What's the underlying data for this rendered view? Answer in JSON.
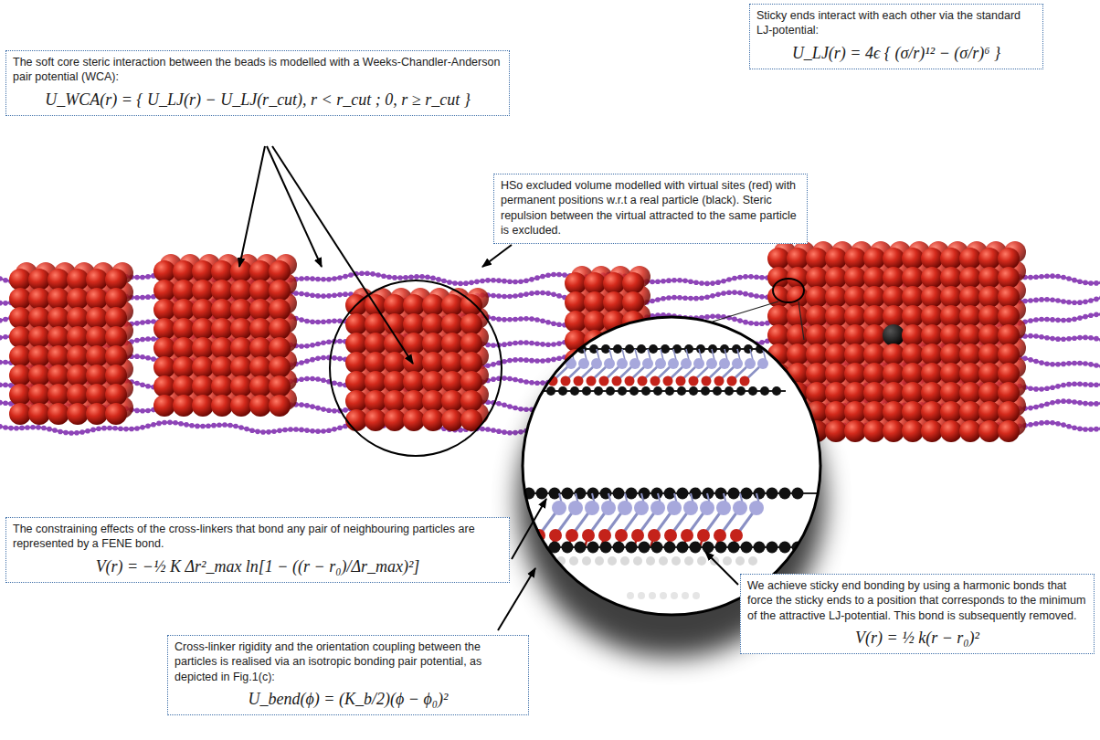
{
  "diagram": {
    "nodes": [
      {
        "text": [
          "Sticky ends interact with each other via the standard LJ-potential:",
          "U_LJ(r) = 4ϵ { (σ/r)¹² − (σ/r)⁶ }"
        ]
      },
      {
        "text": [
          "The soft core steric interaction between the beads is modelled with a Weeks-Chandler-Anderson pair potential (WCA):",
          "U_WCA(r) = { U_LJ(r) − U_LJ(r_cut), r < r_cut ; 0, r ≥ r_cut }"
        ]
      },
      {
        "text": [
          "HSo excluded volume modelled with virtual sites (red) with permanent positions w.r.t a real particle (black). Steric repulsion between the virtual attracted to the same particle is excluded."
        ]
      },
      {
        "text": [
          "The constraining effects of the cross-linkers that bond any pair of neighbouring particles are represented by a FENE bond.",
          "V(r) = −½ K Δr²_max ln[1 − ((r − r₀)/Δr_max)²]"
        ]
      },
      {
        "text": [
          "Cross-linker rigidity and the orientation coupling between the particles is realised via an isotropic bonding pair potential, as depicted in Fig.1(c):",
          "U_bend(ϕ) = (K_b/2)(ϕ − ϕ₀)²"
        ]
      },
      {
        "text": [
          "We achieve sticky end bonding by using a harmonic bonds that force the sticky ends to a position that corresponds to the minimum of the attractive LJ-potential. This bond is subsequently removed.",
          "V(r) = ½ k(r − r₀)²"
        ]
      }
    ]
  }
}
